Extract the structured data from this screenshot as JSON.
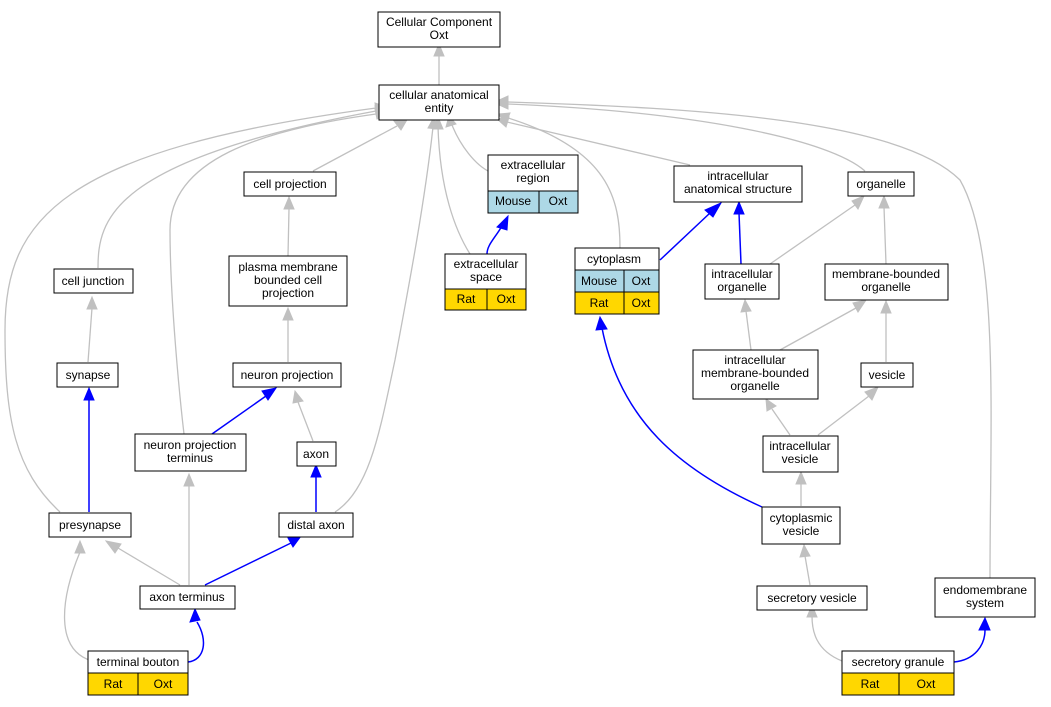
{
  "colors": {
    "grey_edge": "#c0c0c0",
    "blue_edge": "#0000ff",
    "mouse_cell": "#add8e6",
    "rat_cell": "#ffd700"
  },
  "nodes": {
    "cellular_component": {
      "lines": [
        "Cellular Component",
        "Oxt"
      ]
    },
    "cellular_anatomical_entity": {
      "lines": [
        "cellular anatomical",
        "entity"
      ]
    },
    "cell_projection": {
      "lines": [
        "cell projection"
      ]
    },
    "extracellular_region": {
      "lines": [
        "extracellular",
        "region"
      ],
      "cells": [
        "Mouse",
        "Oxt"
      ]
    },
    "intracellular_anatomical_structure": {
      "lines": [
        "intracellular",
        "anatomical structure"
      ]
    },
    "organelle": {
      "lines": [
        "organelle"
      ]
    },
    "cell_junction": {
      "lines": [
        "cell junction"
      ]
    },
    "plasma_membrane_bounded_cell_projection": {
      "lines": [
        "plasma membrane",
        "bounded cell",
        "projection"
      ]
    },
    "extracellular_space": {
      "lines": [
        "extracellular",
        "space"
      ],
      "cells": [
        "Rat",
        "Oxt"
      ]
    },
    "cytoplasm": {
      "lines": [
        "cytoplasm"
      ],
      "cells": [
        "Mouse",
        "Oxt",
        "Rat",
        "Oxt"
      ]
    },
    "intracellular_organelle": {
      "lines": [
        "intracellular",
        "organelle"
      ]
    },
    "membrane_bounded_organelle": {
      "lines": [
        "membrane-bounded",
        "organelle"
      ]
    },
    "synapse": {
      "lines": [
        "synapse"
      ]
    },
    "neuron_projection": {
      "lines": [
        "neuron projection"
      ]
    },
    "intracellular_membrane_bounded_organelle": {
      "lines": [
        "intracellular",
        "membrane-bounded",
        "organelle"
      ]
    },
    "vesicle": {
      "lines": [
        "vesicle"
      ]
    },
    "neuron_projection_terminus": {
      "lines": [
        "neuron projection",
        "terminus"
      ]
    },
    "axon": {
      "lines": [
        "axon"
      ]
    },
    "intracellular_vesicle": {
      "lines": [
        "intracellular",
        "vesicle"
      ]
    },
    "presynapse": {
      "lines": [
        "presynapse"
      ]
    },
    "distal_axon": {
      "lines": [
        "distal axon"
      ]
    },
    "cytoplasmic_vesicle": {
      "lines": [
        "cytoplasmic",
        "vesicle"
      ]
    },
    "axon_terminus": {
      "lines": [
        "axon terminus"
      ]
    },
    "secretory_vesicle": {
      "lines": [
        "secretory vesicle"
      ]
    },
    "endomembrane_system": {
      "lines": [
        "endomembrane",
        "system"
      ]
    },
    "terminal_bouton": {
      "lines": [
        "terminal bouton"
      ],
      "cells": [
        "Rat",
        "Oxt"
      ]
    },
    "secretory_granule": {
      "lines": [
        "secretory granule"
      ],
      "cells": [
        "Rat",
        "Oxt"
      ]
    }
  }
}
